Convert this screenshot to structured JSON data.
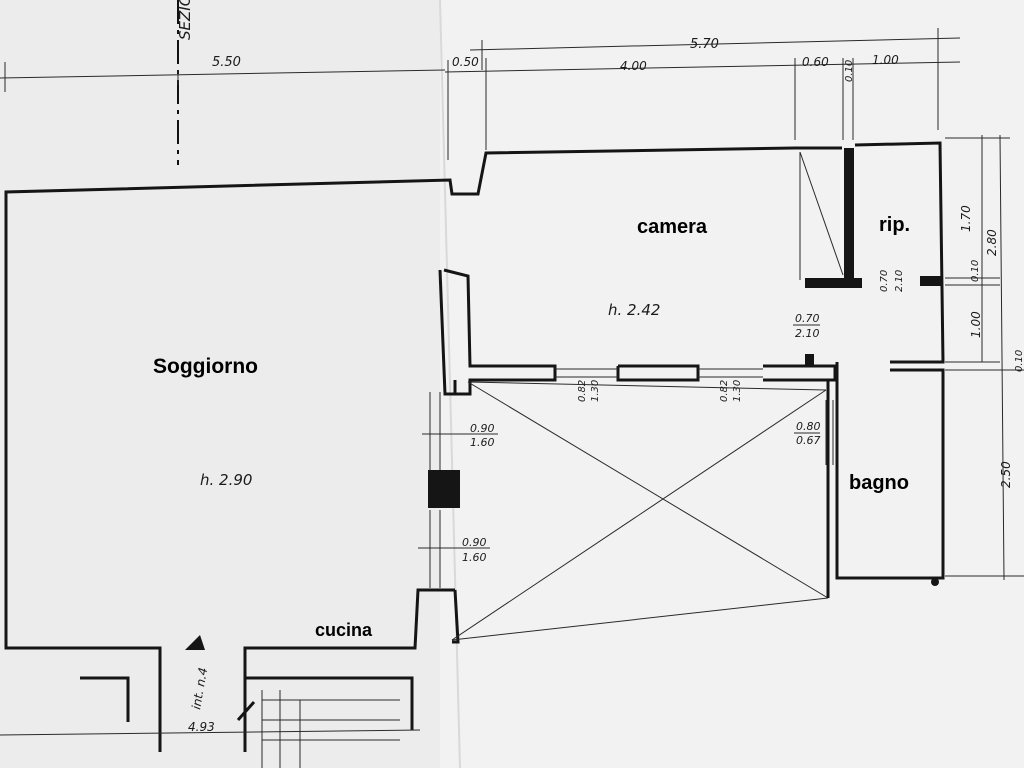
{
  "rooms": {
    "soggiorno": "Soggiorno",
    "camera": "camera",
    "rip": "rip.",
    "bagno": "bagno",
    "cucina": "cucina"
  },
  "ceiling_heights": {
    "soggiorno": "h. 2.90",
    "camera": "h. 2.42"
  },
  "top_dimensions": {
    "left": "5.50",
    "total": "5.70",
    "d1": "0.50",
    "d2": "4.00",
    "d3": "0.60",
    "d4": "0.10",
    "d5": "1.00"
  },
  "right_dimensions": {
    "r1": "1.70",
    "r2": "2.80",
    "r3": "0.10",
    "r4": "1.00",
    "r5": "0.10",
    "r6": "2.50"
  },
  "openings": {
    "door_camera_a": "0.70",
    "door_camera_b": "2.10",
    "door_rip_a": "0.70",
    "door_rip_b": "2.10",
    "win_1_a": "0.82",
    "win_1_b": "1.30",
    "win_2_a": "0.82",
    "win_2_b": "1.30",
    "win_bagno_a": "0.80",
    "win_bagno_b": "0.67",
    "win_sog_1_a": "0.90",
    "win_sog_1_b": "1.60",
    "win_sog_2_a": "0.90",
    "win_sog_2_b": "1.60"
  },
  "bottom_dimensions": {
    "b1": "4.93"
  },
  "labels": {
    "section": "SEZIO",
    "stair": "int. n.4"
  }
}
